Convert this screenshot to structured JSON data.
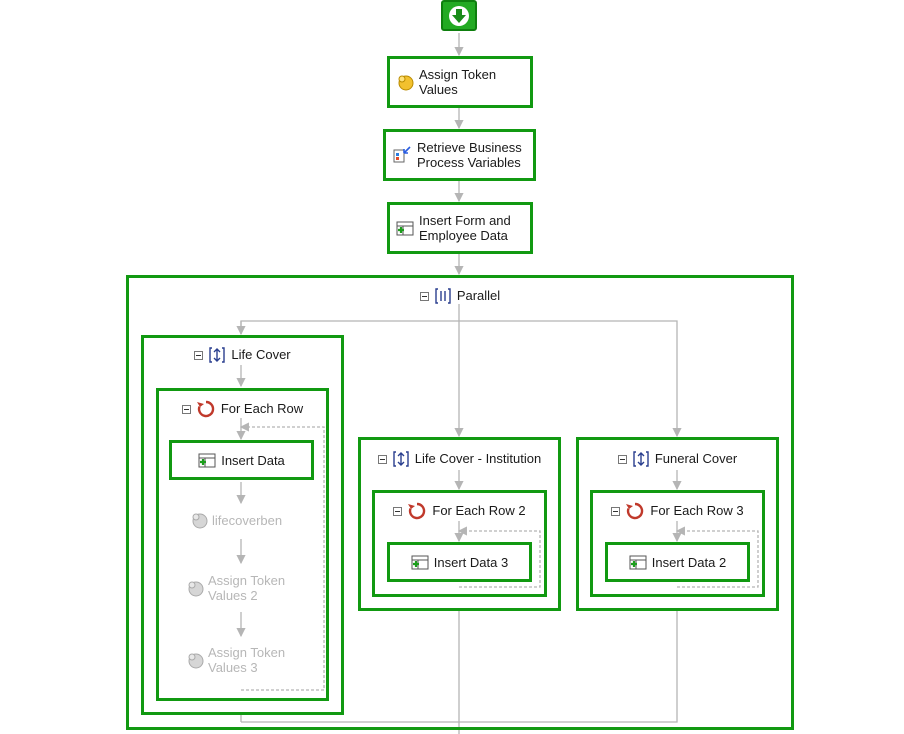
{
  "workflow": {
    "start": {
      "icon": "start-arrow-icon"
    },
    "activities": {
      "assign_token_values": {
        "label": "Assign Token Values",
        "icon": "token-icon"
      },
      "retrieve_business_process_variables": {
        "label": "Retrieve Business Process Variables",
        "icon": "retrieve-variables-icon"
      },
      "insert_form_employee_data": {
        "label": "Insert Form and Employee Data",
        "icon": "insert-data-icon"
      }
    },
    "parallel": {
      "label": "Parallel",
      "icon": "parallel-icon",
      "branches": {
        "life_cover": {
          "label": "Life Cover",
          "icon": "sequence-icon",
          "loop": {
            "label": "For Each Row",
            "icon": "loop-icon",
            "insert": {
              "label": "Insert Data",
              "icon": "insert-data-icon"
            },
            "disabled": [
              {
                "label": "lifecoverben",
                "icon": "token-icon"
              },
              {
                "label": "Assign Token Values 2",
                "icon": "token-icon"
              },
              {
                "label": "Assign Token Values 3",
                "icon": "token-icon"
              }
            ]
          }
        },
        "life_cover_institution": {
          "label": "Life Cover - Institution",
          "icon": "sequence-icon",
          "loop": {
            "label": "For Each Row 2",
            "icon": "loop-icon",
            "insert": {
              "label": "Insert Data 3",
              "icon": "insert-data-icon"
            }
          }
        },
        "funeral_cover": {
          "label": "Funeral Cover",
          "icon": "sequence-icon",
          "loop": {
            "label": "For Each Row 3",
            "icon": "loop-icon",
            "insert": {
              "label": "Insert Data 2",
              "icon": "insert-data-icon"
            }
          }
        }
      }
    },
    "colors": {
      "border": "#119911",
      "connector": "#b5b5b5",
      "disabled_text": "#b7b7b7"
    }
  }
}
